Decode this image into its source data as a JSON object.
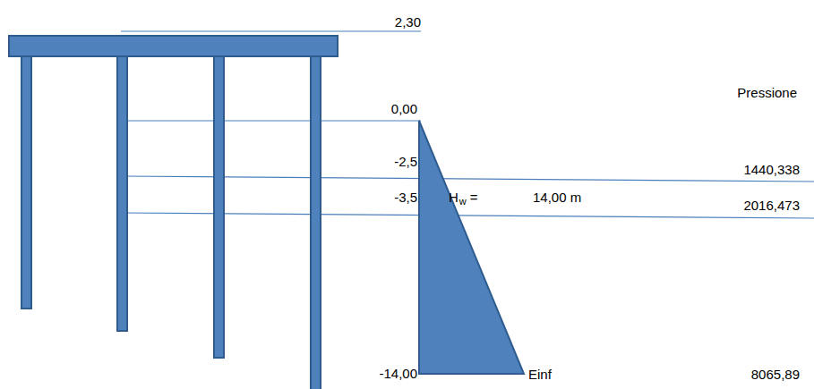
{
  "diagram": {
    "labels": [
      "2,30",
      "0,00",
      "Pressione",
      "-2,5",
      "1440,338",
      "-3,5",
      "H",
      "w",
      "=",
      "14,00 m",
      "2016,473",
      "-14,00",
      "Einf",
      "8065,89"
    ]
  }
}
